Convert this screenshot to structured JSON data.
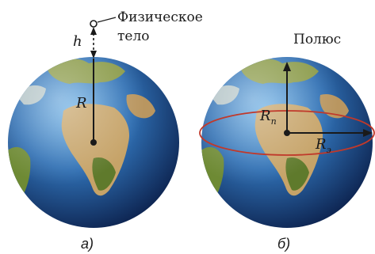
{
  "panel_a": {
    "label_body_line1": "Физическое",
    "label_body_line2": "тело",
    "label_height": "h",
    "label_radius": "R",
    "caption": "а)"
  },
  "panel_b": {
    "label_pole": "Полюс",
    "label_polar_radius": "R",
    "label_polar_radius_sub": "п",
    "label_equator_radius": "R",
    "label_equator_radius_sub": "э",
    "caption": "б)"
  },
  "colors": {
    "ocean_dark": "#0e2a5c",
    "ocean_light": "#3f86c8",
    "land": "#7c8b3a",
    "desert": "#c9a76a",
    "equator_ring": "#c0392b",
    "line": "#1a1a1a"
  }
}
